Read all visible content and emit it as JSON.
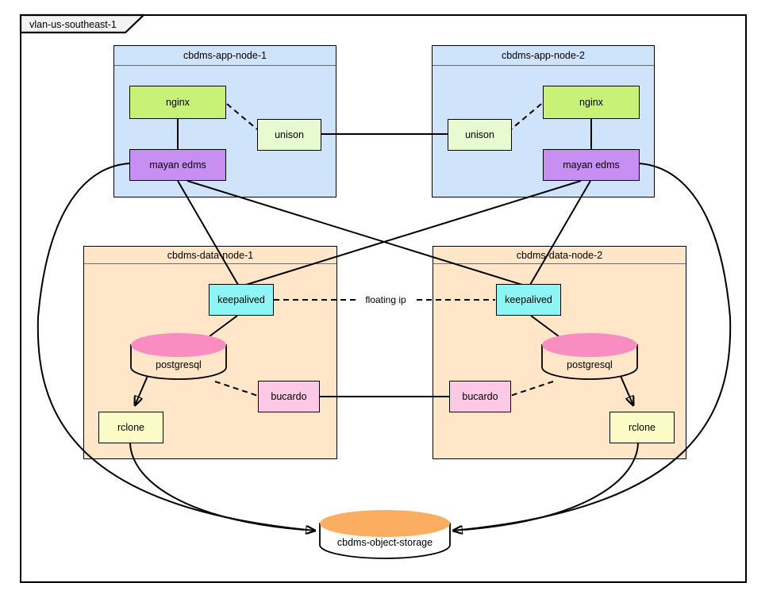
{
  "frame": {
    "label": "vlan-us-southeast-1"
  },
  "containers": {
    "app1": {
      "title": "cbdms-app-node-1"
    },
    "app2": {
      "title": "cbdms-app-node-2"
    },
    "data1": {
      "title": "cbdms-data-node-1"
    },
    "data2": {
      "title": "cbdms-data-node-2"
    }
  },
  "nodes": {
    "nginx1": {
      "label": "nginx"
    },
    "unison1": {
      "label": "unison"
    },
    "mayan1": {
      "label": "mayan edms"
    },
    "nginx2": {
      "label": "nginx"
    },
    "unison2": {
      "label": "unison"
    },
    "mayan2": {
      "label": "mayan edms"
    },
    "keepalived1": {
      "label": "keepalived"
    },
    "postgresql1": {
      "label": "postgresql"
    },
    "bucardo1": {
      "label": "bucardo"
    },
    "rclone1": {
      "label": "rclone"
    },
    "keepalived2": {
      "label": "keepalived"
    },
    "postgresql2": {
      "label": "postgresql"
    },
    "bucardo2": {
      "label": "bucardo"
    },
    "rclone2": {
      "label": "rclone"
    },
    "storage": {
      "label": "cbdms-object-storage"
    }
  },
  "edge_labels": {
    "floating_ip": "floating ip"
  },
  "colors": {
    "app_container_fill": "#cfe3fb",
    "data_container_fill": "#ffe6c9",
    "nginx_fill": "#c8f178",
    "unison_fill": "#e6fcd0",
    "mayan_fill": "#c88ff2",
    "keepalived_fill": "#8ef5f5",
    "postgresql_fill": "#f98cc1",
    "bucardo_fill": "#fbc9e6",
    "rclone_fill": "#fbfbc8",
    "storage_fill": "#fbae62",
    "frame_tab_fill": "#f2f2f2",
    "stroke": "#000000",
    "background": "#ffffff"
  }
}
